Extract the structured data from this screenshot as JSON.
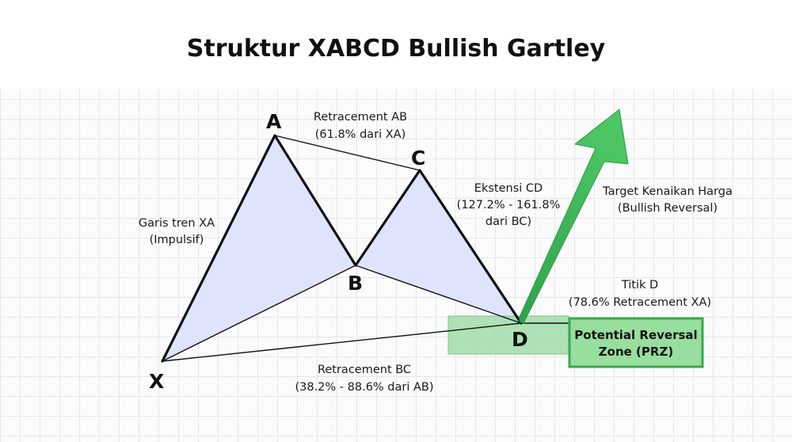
{
  "title": "Struktur XABCD Bullish Gartley",
  "points": {
    "X": "X",
    "A": "A",
    "B": "B",
    "C": "C",
    "D": "D"
  },
  "annotations": {
    "xa_line1": "Garis tren XA",
    "xa_line2": "(Impulsif)",
    "ab_line1": "Retracement AB",
    "ab_line2": "(61.8% dari XA)",
    "bc_line1": "Retracement BC",
    "bc_line2": "(38.2% - 88.6% dari AB)",
    "cd_line1": "Ekstensi CD",
    "cd_line2": "(127.2% - 161.8%",
    "cd_line3": "dari BC)",
    "d_line1": "Titik D",
    "d_line2": "(78.6% Retracement XA)",
    "target_line1": "Target Kenaikan Harga",
    "target_line2": "(Bullish Reversal)",
    "prz_line1": "Potential Reversal",
    "prz_line2": "Zone (PRZ)"
  },
  "colors": {
    "triangle_fill": "#dfe3fb",
    "line": "#111111",
    "arrow": "#3fbb5a",
    "prz_fill": "#a6dfae",
    "prz_border": "#3aa84e",
    "prz_box_fill": "#98de9f"
  }
}
